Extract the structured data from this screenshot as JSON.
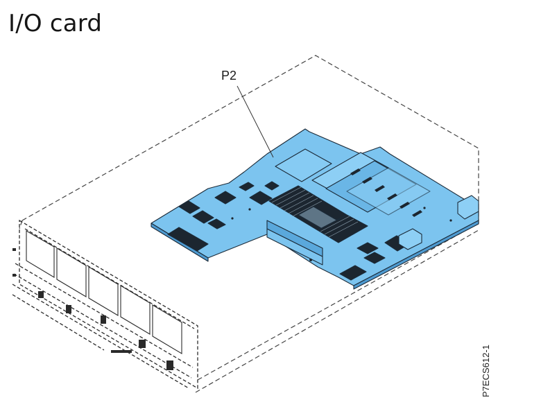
{
  "page": {
    "title": "I/O card"
  },
  "figure": {
    "callout_label": "P2",
    "figure_id": "P7ECS612-1",
    "colors": {
      "board_fill": "#7cc4ef",
      "board_outline": "#1b2a38",
      "chip_fill": "#1c2630",
      "chassis_line": "#333333"
    },
    "components": [
      "chassis-outline",
      "front-bezel",
      "io-card-board",
      "heatsinks",
      "pcie-slots",
      "connectors"
    ]
  }
}
